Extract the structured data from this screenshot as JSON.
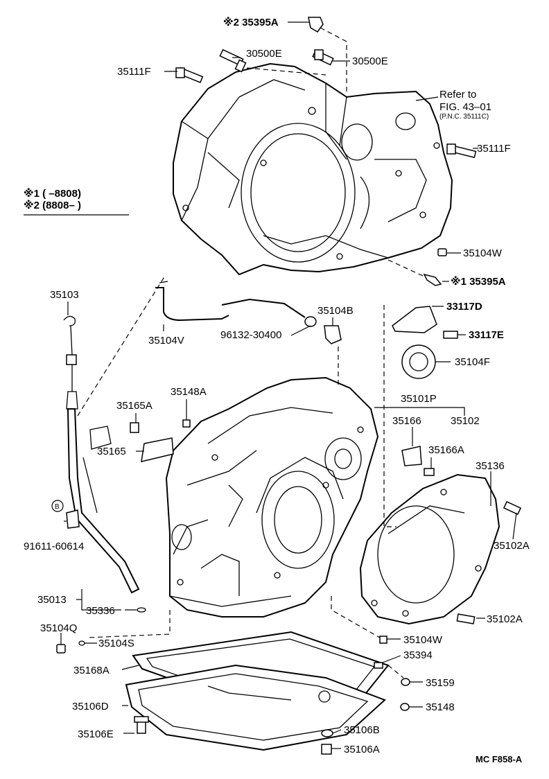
{
  "labels": {
    "p35395A_top": "※2 35395A",
    "p30500E_a": "30500E",
    "p30500E_b": "30500E",
    "p35111F_a": "35111F",
    "p35111F_b": "35111F",
    "refer_to": "Refer to",
    "fig_ref": "FIG. 43–01",
    "pnc_ref": "(P.N.C. 35111C)",
    "note1": "※1 (      –8808)",
    "note2": "※2 (8808–      )",
    "p35104W_a": "35104W",
    "p35395A_bot": "※1 35395A",
    "p35103": "35103",
    "p35104B": "35104B",
    "p33117D": "33117D",
    "p96132": "96132-30400",
    "p33117E": "33117E",
    "p35104V": "35104V",
    "p35104F": "35104F",
    "p35148A": "35148A",
    "p35101P": "35101P",
    "p35165A": "35165A",
    "p35166": "35166",
    "p35102": "35102",
    "p35165": "35165",
    "p35166A": "35166A",
    "p35136": "35136",
    "circle_b": "B",
    "p91611": "91611-60614",
    "p35102A_a": "35102A",
    "p35013": "35013",
    "p35336": "35336",
    "p35102A_b": "35102A",
    "p35104Q": "35104Q",
    "p35104S": "35104S",
    "p35104W_b": "35104W",
    "p35394": "35394",
    "p35168A": "35168A",
    "p35159": "35159",
    "p35106D": "35106D",
    "p35148": "35148",
    "p35106E": "35106E",
    "p35106B": "35106B",
    "p35106A": "35106A",
    "code": "MC F858-A"
  }
}
